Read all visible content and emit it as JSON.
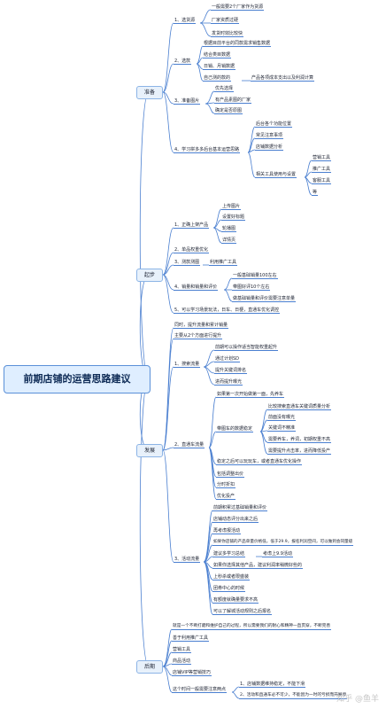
{
  "root": "前期店铺的运营思路建议",
  "watermark": "知乎 @鱼羊",
  "cat": {
    "prep": "准备",
    "start": "起步",
    "dev": "发展",
    "late": "后期"
  },
  "prep": {
    "s1": "1、选货源",
    "s1a": "一般需要2个厂家作为货源",
    "s1b": "厂家资质过硬",
    "s1c": "发货时效比较快",
    "s2": "2、选款",
    "s2a": "根据目前平台的同款需求销售数据",
    "s2b": "结合类目数据",
    "s2c": "日销、月销数据",
    "s2d": "自己测的款的",
    "s2e": "产品各项成本支出以及利润计算",
    "s3": "3、准备图片",
    "s3a": "优先选择",
    "s3b": "有产品素图的厂家",
    "s3c": "确定是否原图",
    "s4": "4、学习拼多多后台基本运营思路",
    "s4a": "后台各个功能位置",
    "s4b": "常见注意事项",
    "s4c": "店铺数据分析",
    "s4d": "相关工具使用与设置",
    "s4e": "营销工具",
    "s4f": "推广工具",
    "s4g": "客服工具",
    "s4h": "等"
  },
  "start": {
    "s1": "1、正确上架产品",
    "s1a": "上传图片",
    "s1b": "设置好标题",
    "s1c": "轮播图",
    "s1d": "详情页",
    "s2": "2、单品权重优化",
    "s3": "3、测款测图",
    "s3a": "利用推广工具",
    "s4": "4、销量和销量和评价",
    "s4a": "一般基础销量100左右",
    "s4b": "带图好评10个左右",
    "s4c": "做基础销量和评价需要注意单量",
    "s5": "5、可以学习场景玩法，日车、日梗，直通车优化调控"
  },
  "dev": {
    "t1": "同时，提升流量和累计销量",
    "t2": "主要从2个方面进行提升",
    "s1": "1、搜索流量",
    "s1a": "前期可以操作适当智能权重起升",
    "s1b": "通过计划SD",
    "s1c": "提升关键词排名",
    "s1d": "进而提升曝光",
    "s2": "2、直通车流量",
    "s2a": "如果第一次开始做第一面，先养车",
    "s2b": "带图车的数据稳定",
    "s2c": "比较搜索直通车关键词质量分析",
    "s2d": "前面没有曝光",
    "s2e": "关键词不精准",
    "s2f": "需要养车，养词，初期权重不高",
    "s2g": "需要提升点击率，进而降低投产",
    "s2h": "稳定之后可以玩玩车，或者直通车优化操作",
    "s2i": "包括调整出价",
    "s2j": "分时折扣",
    "s2k": "优化投产",
    "s3": "3、活动流量",
    "s3a": "前期积累过基础销量和评价",
    "s3b": "店铺动态评分出来之后",
    "s3c": "再考虑报活动",
    "s3d": "如果你店铺的产品单量价格低，低于29.9，报名利润空间，可以做到会同量级",
    "s3e": "建议多学习总结",
    "s3f": "考虑上9.9活动",
    "s3g": "如果你选择其他产品，建议利润率稍微好些的",
    "s3h": "上秒杀或者限盛装",
    "s3i": "团券中心的时候",
    "s3j": "有额度就确量要求不高",
    "s3k": "可以了解城活动规则之后报名"
  },
  "late": {
    "l1": "就是一个不断打磨和维护自己的过程，所以需要我们的耐心和精神一直贯穿，不断完善",
    "l2": "善于利用推广工具",
    "l3": "营销工具",
    "l4": "商品活动",
    "l5": "店铺VIP等营销技巧",
    "l6": "这个时间一般需要注意两点",
    "l6a": "1、店铺数据维持稳定，不能下滑",
    "l6b": "2、活动和直通车必不可少，不能因为一时的亏损而开展停"
  }
}
